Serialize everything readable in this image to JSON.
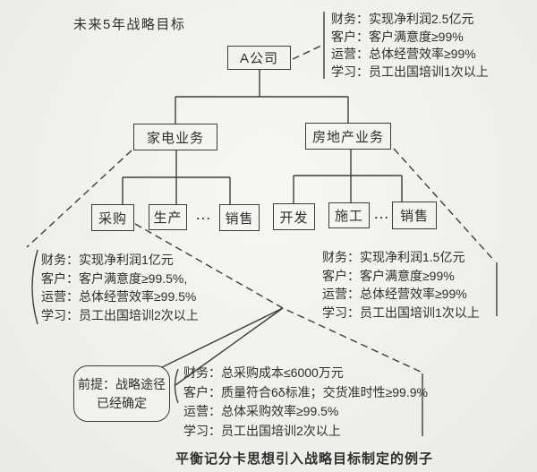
{
  "page": {
    "title": "未来5年战略目标",
    "caption": "平衡记分卡思想引入战略目标制定的例子"
  },
  "org": {
    "root": "A公司",
    "ellipsis": "…",
    "divisions": [
      {
        "name": "家电业务",
        "departments": [
          "采购",
          "生产",
          "销售"
        ]
      },
      {
        "name": "房地产业务",
        "departments": [
          "开发",
          "施工",
          "销售"
        ]
      }
    ]
  },
  "goal_blocks": {
    "company": {
      "rows": [
        "财务：实现净利润2.5亿元",
        "客户：客户满意度≥99%",
        "运营：总体经营效率≥99%",
        "学习：员工出国培训1次以上"
      ]
    },
    "appliance": {
      "rows": [
        "财务：实现净利润1亿元",
        "客户：客户满意度≥99.5%,",
        "运营：总体经营效率≥99.5%",
        "学习：员工出国培训2次以上"
      ]
    },
    "realestate": {
      "rows": [
        "财务：实现净利润1.5亿元",
        "客户：客户满意度≥99%",
        "运营：总体经营效率≥99%",
        "学习：员工出国培训1次以上"
      ]
    },
    "procurement": {
      "rows": [
        "财务：总采购成本≤6000万元",
        "客户：质量符合6δ标准；交货准时性≥99.9%",
        "运营：总体采购效率≥99.5%",
        "学习：员工出国培训2次以上"
      ]
    }
  },
  "callout": {
    "line1": "前提：战略途径",
    "line2": "已经确定"
  },
  "colors": {
    "ink": "#2e2e2e",
    "paper": "#f2f2ed"
  }
}
